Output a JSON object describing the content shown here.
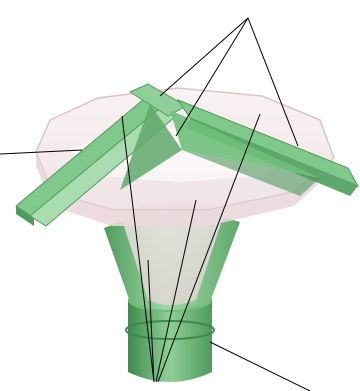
{
  "figure": {
    "colors": {
      "background": "#ffffff",
      "frame_green": "#7fc98a",
      "frame_green_dark": "#4f9a5c",
      "frame_green_light": "#a9ddb0",
      "disc_pink": "#f2e4e6",
      "disc_edge": "#c9b4b8",
      "leader_line": "#000000"
    },
    "parts": [
      "translucent-disc",
      "green-cross-frame",
      "translucent-cone",
      "green-funnel",
      "cylindrical-base"
    ],
    "leader_line_count": 10
  }
}
